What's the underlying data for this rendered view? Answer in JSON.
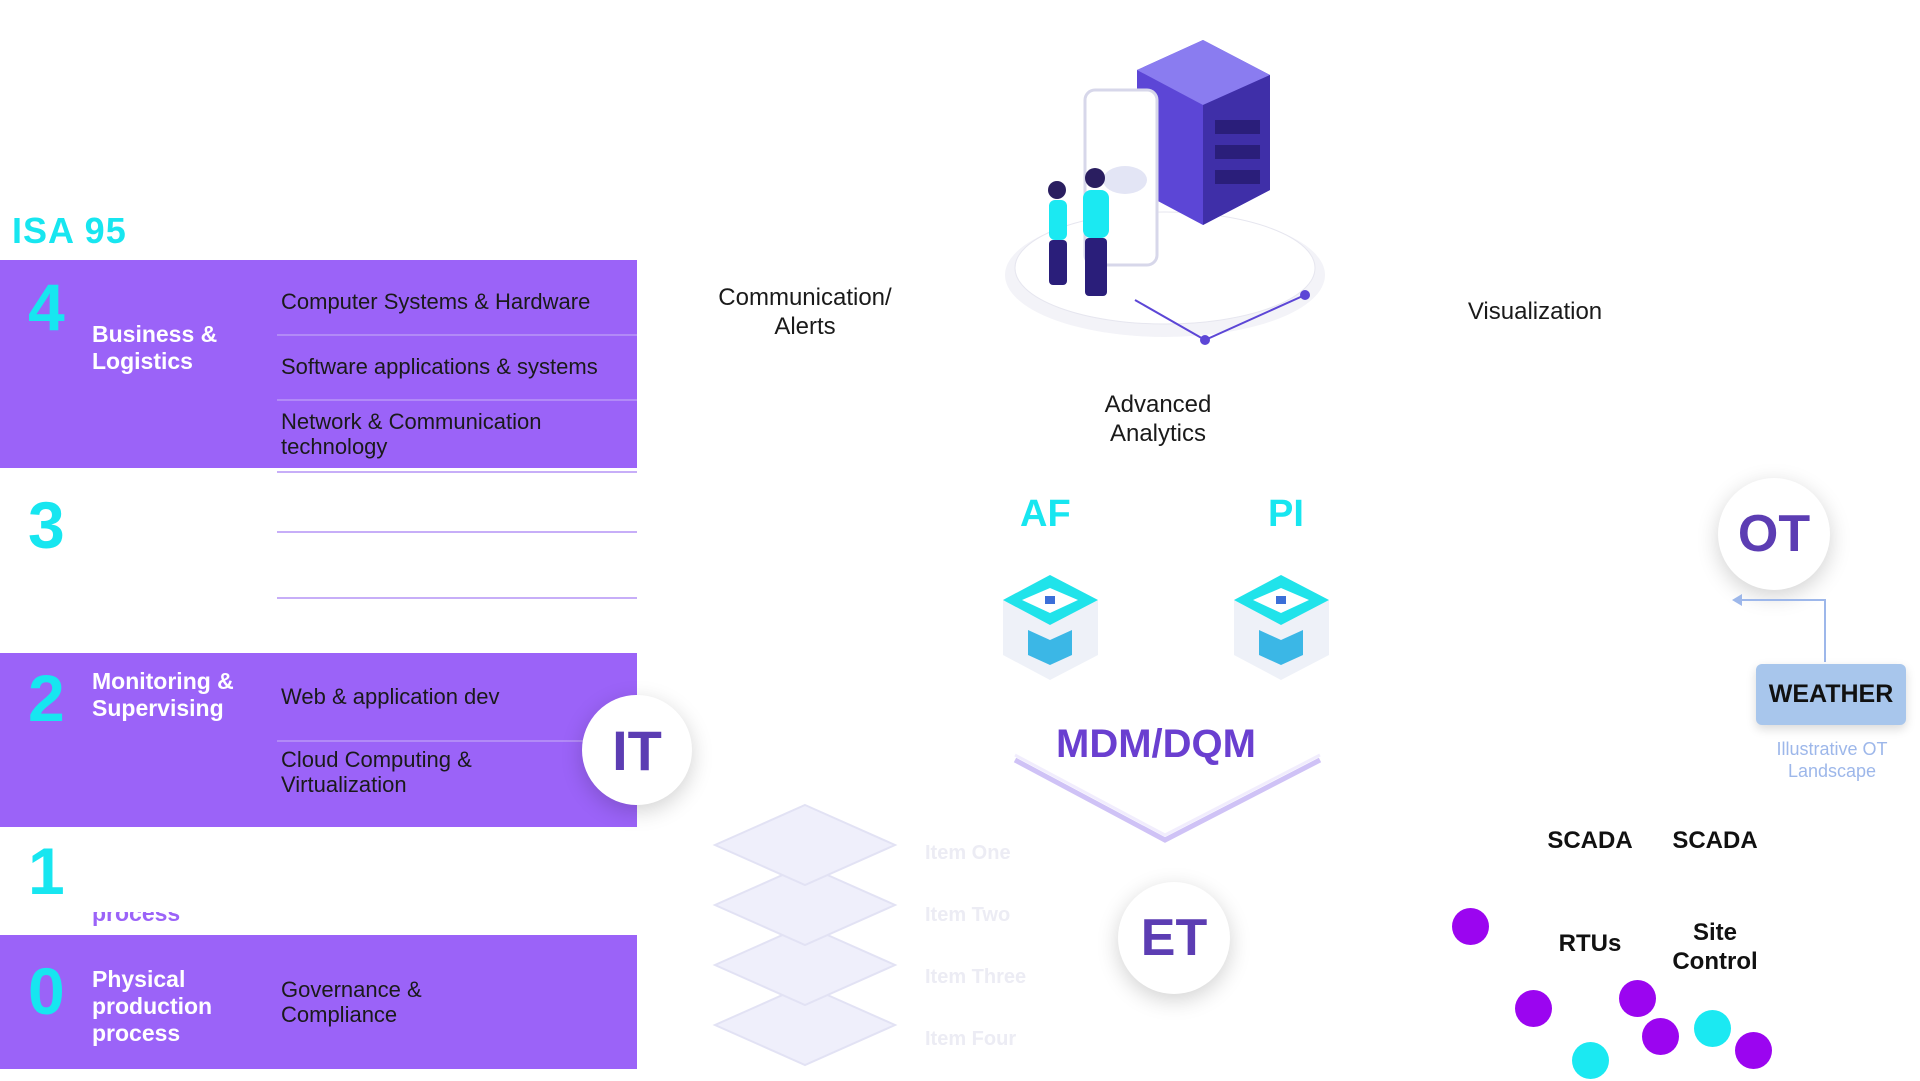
{
  "isa": {
    "title": "ISA 95",
    "levels": [
      {
        "num": "4",
        "name": "Business & Logistics",
        "techs": [
          "Computer Systems &  Hardware",
          "Software applications & systems",
          "Network & Communication technology"
        ]
      },
      {
        "num": "3"
      },
      {
        "num": "2",
        "name": "Monitoring & Supervising",
        "techs": [
          "Web & application dev",
          "Cloud Computing & Virtualization"
        ]
      },
      {
        "num": "1",
        "name_fragment": "process"
      },
      {
        "num": "0",
        "name": "Physical production process",
        "techs": [
          "Governance & Compliance"
        ]
      }
    ]
  },
  "circles": {
    "it": "IT",
    "et": "ET",
    "ot": "OT"
  },
  "center": {
    "comm": "Communication/ Alerts",
    "visualization": "Visualization",
    "analytics": "Advanced Analytics",
    "af": "AF",
    "pi": "PI",
    "mdm": "MDM/DQM",
    "stack_items": [
      "Item One",
      "Item Two",
      "Item Three",
      "Item Four"
    ]
  },
  "ot_landscape": {
    "weather": "WEATHER",
    "illustrative": "Illustrative OT Landscape",
    "scada_1": "SCADA",
    "scada_2": "SCADA",
    "rtus": "RTUs",
    "site_control": "Site Control"
  },
  "colors": {
    "band": "#9b63f8",
    "teal": "#17e6f0",
    "purple_text": "#5c3db3",
    "magenta_dot": "#9b05f0",
    "cyan_dot": "#1be9f2",
    "weather_bg": "#a8c6ec"
  }
}
